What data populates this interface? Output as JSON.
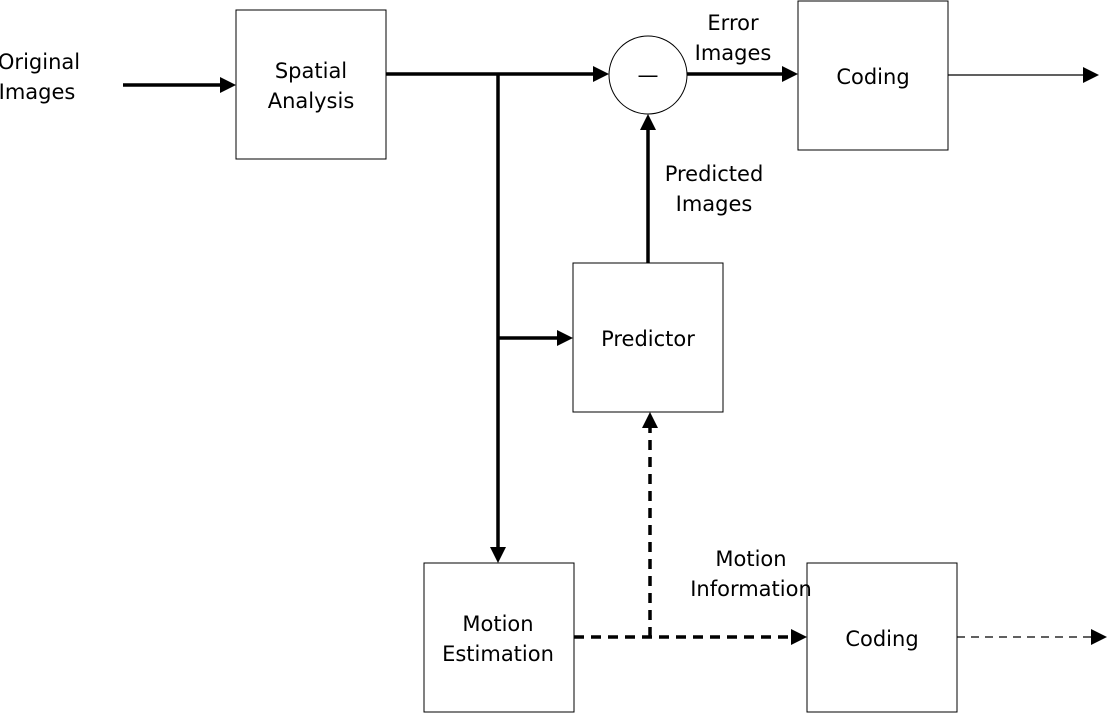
{
  "labels": {
    "original_images": [
      "Original",
      "Images"
    ],
    "spatial_analysis": [
      "Spatial",
      "Analysis"
    ],
    "error_images": [
      "Error",
      "Images"
    ],
    "coding_top": "Coding",
    "subtract_symbol": "—",
    "predicted_images": [
      "Predicted",
      "Images"
    ],
    "predictor": "Predictor",
    "motion_estimation": [
      "Motion",
      "Estimation"
    ],
    "motion_information": [
      "Motion",
      "Information"
    ],
    "coding_bottom": "Coding"
  }
}
